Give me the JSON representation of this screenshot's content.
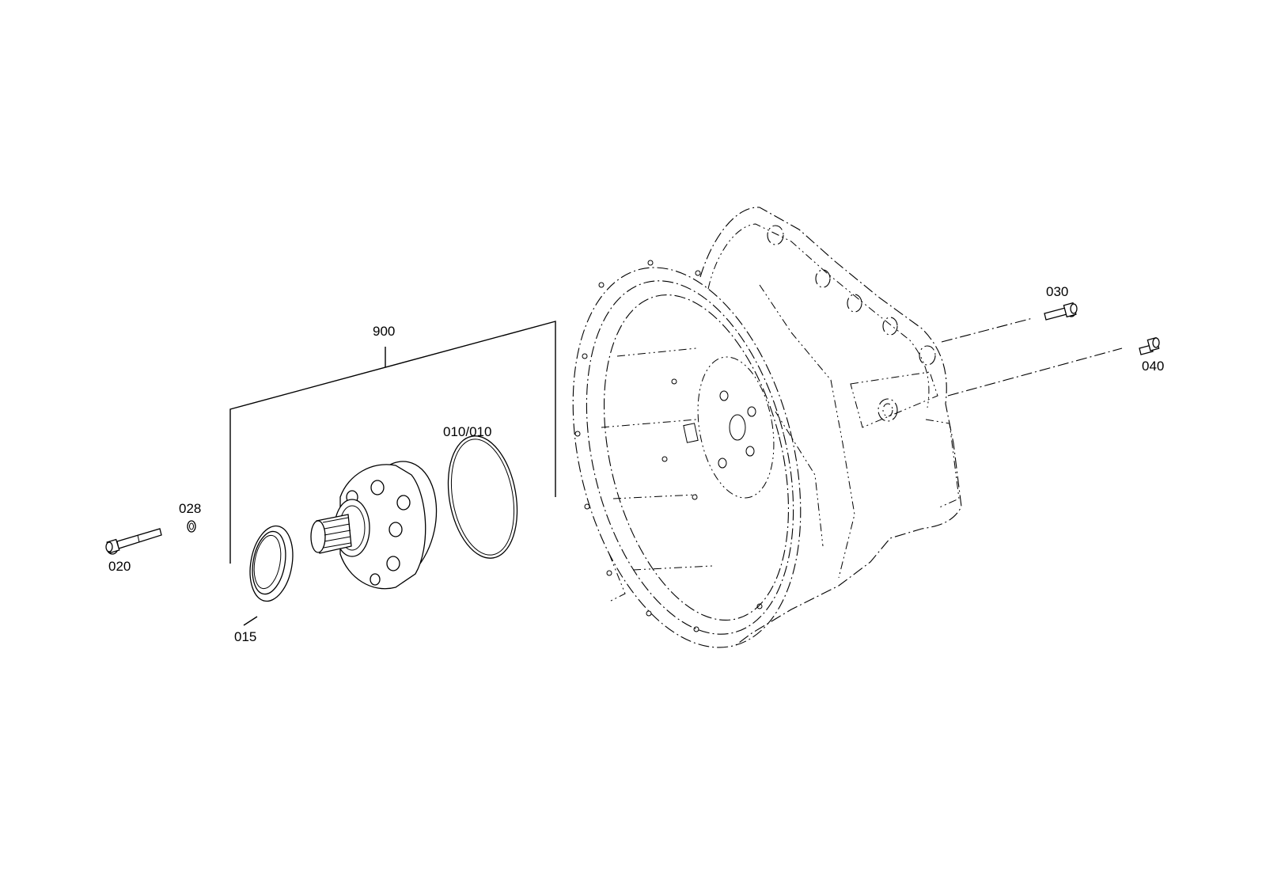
{
  "diagram": {
    "callouts": [
      {
        "id": "900",
        "label": "900"
      },
      {
        "id": "010",
        "label": "010/010"
      },
      {
        "id": "028",
        "label": "028"
      },
      {
        "id": "020",
        "label": "020"
      },
      {
        "id": "015",
        "label": "015"
      },
      {
        "id": "030",
        "label": "030"
      },
      {
        "id": "040",
        "label": "040"
      }
    ]
  }
}
